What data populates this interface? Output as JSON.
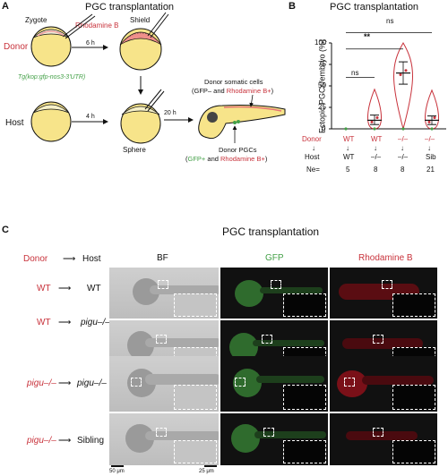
{
  "panelA": {
    "letter": "A",
    "title": "PGC transplantation",
    "zygote": "Zygote",
    "shield": "Shield",
    "rhodamine": "Rhodamine B",
    "donor": "Donor",
    "host": "Host",
    "t6h": "6 h",
    "t4h": "4 h",
    "t20h": "20 h",
    "sphere": "Sphere",
    "transgene": "Tg(kop:gfp-nos3-3'UTR)",
    "somatic_line1": "Donor somatic cells",
    "somatic_line2_a": "(GFP– and ",
    "somatic_line2_b": "Rhodamine B+",
    "somatic_line2_c": ")",
    "pgc_line1": "Donor PGCs",
    "pgc_line2_a": "(",
    "pgc_line2_b": "GFP+",
    "pgc_line2_c": " and ",
    "pgc_line2_d": "Rhodamine B+",
    "pgc_line2_e": ")"
  },
  "panelB": {
    "letter": "B",
    "title": "PGC transplantation",
    "ylabel": "Ectopic PGCs/embryo (%)",
    "yticks": [
      "0",
      "25",
      "50",
      "75",
      "100"
    ],
    "sig": [
      "ns",
      "**",
      "ns"
    ],
    "row_donor": "Donor",
    "row_host": "Host",
    "row_ne": "Ne=",
    "donors": [
      "WT",
      "WT",
      "–/–",
      "–/–"
    ],
    "hosts": [
      "WT",
      "–/–",
      "–/–",
      "Sib"
    ],
    "ne": [
      "5",
      "8",
      "8",
      "21"
    ]
  },
  "chart_data": {
    "type": "violin",
    "title": "PGC transplantation",
    "ylabel": "Ectopic PGCs/embryo (%)",
    "ylim": [
      0,
      100
    ],
    "categories": [
      "WT→WT",
      "WT→–/–",
      "–/–→–/–",
      "–/–→Sib"
    ],
    "groups": [
      {
        "mean": 0,
        "sem_low": 0,
        "sem_high": 0,
        "n": 5
      },
      {
        "mean": 10,
        "sem_low": 5,
        "sem_high": 16,
        "n": 8
      },
      {
        "mean": 65,
        "sem_low": 52,
        "sem_high": 78,
        "n": 8
      },
      {
        "mean": 10,
        "sem_low": 5,
        "sem_high": 15,
        "n": 21
      }
    ],
    "colors": {
      "violin": "#c8323b",
      "line": "#111111",
      "zero_point": "#43a047"
    }
  },
  "panelC": {
    "letter": "C",
    "title": "PGC transplantation",
    "header_donor": "Donor",
    "header_host": "Host",
    "col_bf": "BF",
    "col_gfp": "GFP",
    "col_rhod": "Rhodamine B",
    "rows": [
      {
        "donor": "WT",
        "host": "WT"
      },
      {
        "donor": "WT",
        "host": "pigu–/–"
      },
      {
        "donor": "pigu–/–",
        "host": "pigu–/–"
      },
      {
        "donor": "pigu–/–",
        "host": "Sibling"
      }
    ],
    "scale1": "50 μm",
    "scale2": "25 μm"
  }
}
